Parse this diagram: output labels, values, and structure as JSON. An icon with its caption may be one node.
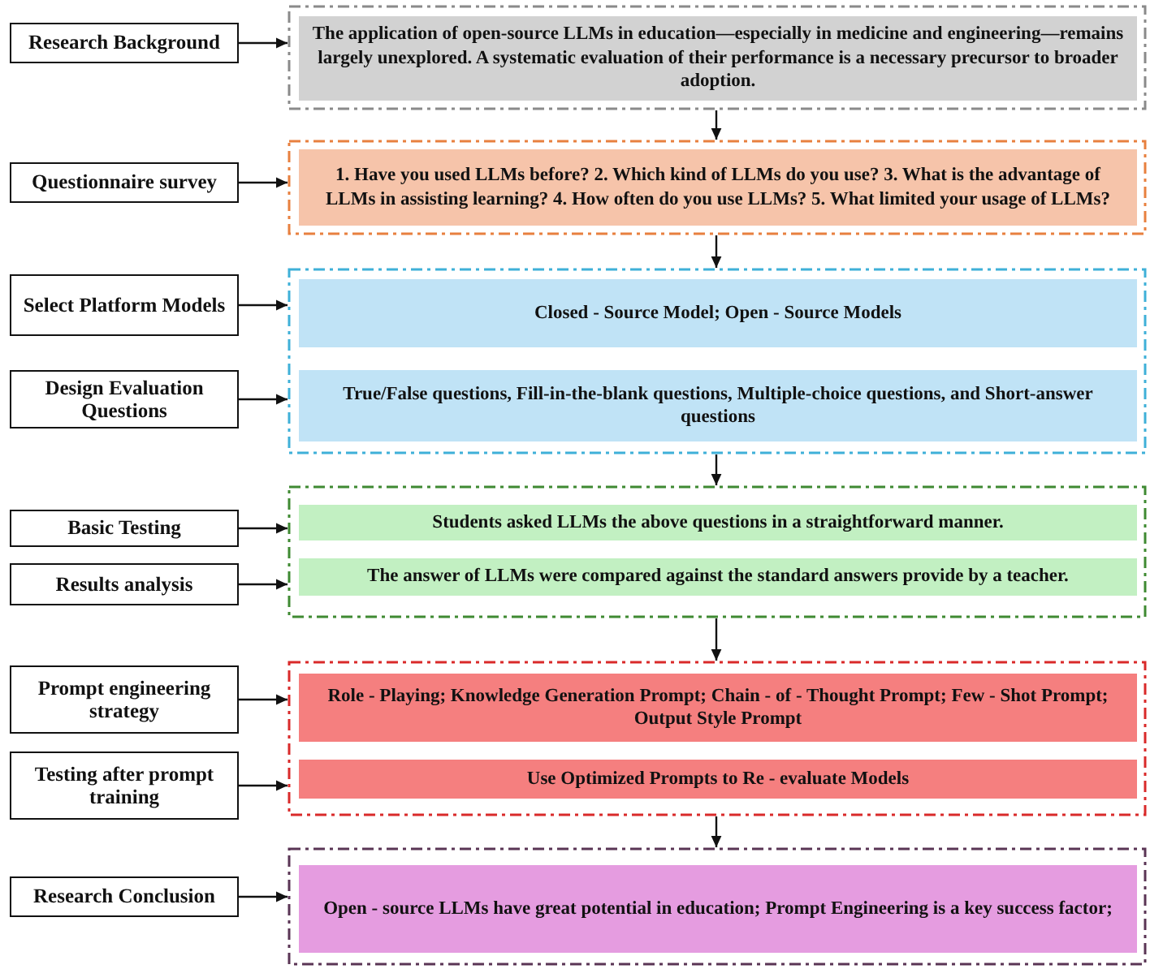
{
  "diagram": {
    "nodes": [
      {
        "text": [],
        "shape": "box"
      },
      {
        "text": [
          "The application of open-source LLMs in education—especially in medicine and engineering—remains largely unexplored. A systematic evaluation of their performance is a necessary precursor to broader adoption."
        ],
        "in": 0
      },
      {
        "text": [],
        "shape": "box"
      },
      {
        "text": [
          "1. Have you used LLMs before? 2. Which kind of LLMs do you use? 3. What is the advantage of LLMs in assisting learning? 4. How often do you use LLMs? 5. What limited your usage of LLMs?"
        ],
        "in": 2
      },
      {
        "text": [],
        "shape": "box"
      },
      {
        "text": [
          "Closed - Source Model; Open - Source Models"
        ],
        "in": 4
      },
      {
        "text": [
          "True/False questions,  Fill-in-the-blank questions,  Multiple-choice questions, and  Short-answer questions"
        ],
        "in": 4
      },
      {
        "text": [],
        "shape": "box"
      },
      {
        "text": [
          "Students asked LLMs the above questions in a straightforward manner."
        ],
        "in": 7
      },
      {
        "text": [
          "The answer of LLMs  were compared against the standard answers provide by a teacher."
        ],
        "in": 7
      },
      {
        "text": [],
        "shape": "box"
      },
      {
        "text": [
          "Role - Playing; Knowledge Generation Prompt; Chain - of - Thought Prompt; Few - Shot Prompt; Output Style Prompt"
        ],
        "in": 10
      },
      {
        "text": [
          "Use Optimized Prompts to Re - evaluate Models"
        ],
        "in": 10
      },
      {
        "text": [],
        "shape": "box"
      },
      {
        "text": [
          "Open - source LLMs have great potential in education; Prompt Engineering is a key success factor;"
        ],
        "in": 13
      },
      {
        "text": [
          "Research Background"
        ]
      },
      {
        "text": [
          "Questionnaire survey"
        ]
      },
      {
        "text": [
          "Select Platform Models"
        ]
      },
      {
        "text": [
          "Design Evaluation Questions"
        ]
      },
      {
        "text": [
          "Basic Testing"
        ]
      },
      {
        "text": [
          "Results analysis"
        ]
      },
      {
        "text": [
          "Prompt engineering strategy"
        ]
      },
      {
        "text": [
          "Testing after  prompt training"
        ]
      },
      {
        "text": [
          "Research Conclusion"
        ]
      }
    ],
    "edges": [
      {
        "from": 15,
        "to": 0,
        "arrow": "to"
      },
      {
        "from": 16,
        "to": 2,
        "arrow": "to"
      },
      {
        "from": 17,
        "to": 4,
        "arrow": "to"
      },
      {
        "from": 18,
        "to": 4,
        "arrow": "to"
      },
      {
        "from": 19,
        "to": 7,
        "arrow": "to"
      },
      {
        "from": 20,
        "to": 7,
        "arrow": "to"
      },
      {
        "from": 21,
        "to": 10,
        "arrow": "to"
      },
      {
        "from": 22,
        "to": 10,
        "arrow": "to"
      },
      {
        "from": 23,
        "to": 13,
        "arrow": "to"
      },
      {
        "from": 0,
        "to": 2,
        "arrow": "to"
      },
      {
        "from": 2,
        "to": 4,
        "arrow": "to"
      },
      {
        "from": 4,
        "to": 7,
        "arrow": "to"
      },
      {
        "from": 7,
        "to": 10,
        "arrow": "to"
      },
      {
        "from": 10,
        "to": 13,
        "arrow": "to"
      }
    ]
  }
}
